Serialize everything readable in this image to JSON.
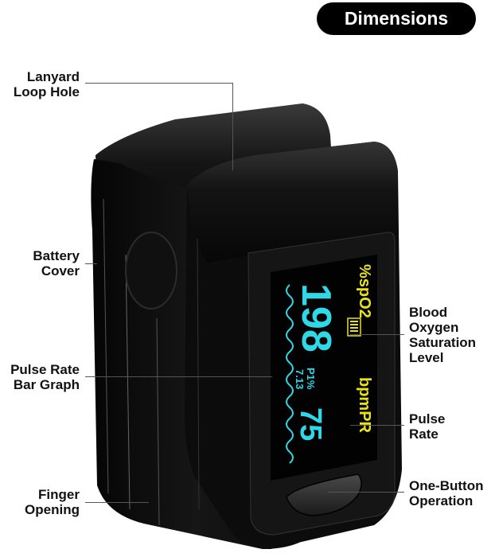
{
  "header": {
    "badge_label": "Dimensions"
  },
  "callouts": {
    "left": [
      {
        "id": "lanyard",
        "lines": [
          "Lanyard",
          "Loop Hole"
        ]
      },
      {
        "id": "battery",
        "lines": [
          "Battery",
          "Cover"
        ]
      },
      {
        "id": "bargraph",
        "lines": [
          "Pulse Rate",
          "Bar Graph"
        ]
      },
      {
        "id": "finger",
        "lines": [
          "Finger",
          "Opening"
        ]
      }
    ],
    "right": [
      {
        "id": "spo2",
        "lines": [
          "Blood",
          "Oxygen",
          "Saturation",
          "Level"
        ]
      },
      {
        "id": "pulse",
        "lines": [
          "Pulse",
          "Rate"
        ]
      },
      {
        "id": "button",
        "lines": [
          "One-Button",
          "Operation"
        ]
      }
    ]
  },
  "display": {
    "spo2_label": "%spO2",
    "spo2_value": "198",
    "pi_label": "P1%",
    "pi_value": "7.13",
    "pr_label": "bpmPR",
    "pr_value": "75",
    "colors": {
      "cyan": "#2fd8e6",
      "yellow": "#e8e21a",
      "screen_bg": "#020202",
      "body": "#0d0d0d"
    }
  }
}
